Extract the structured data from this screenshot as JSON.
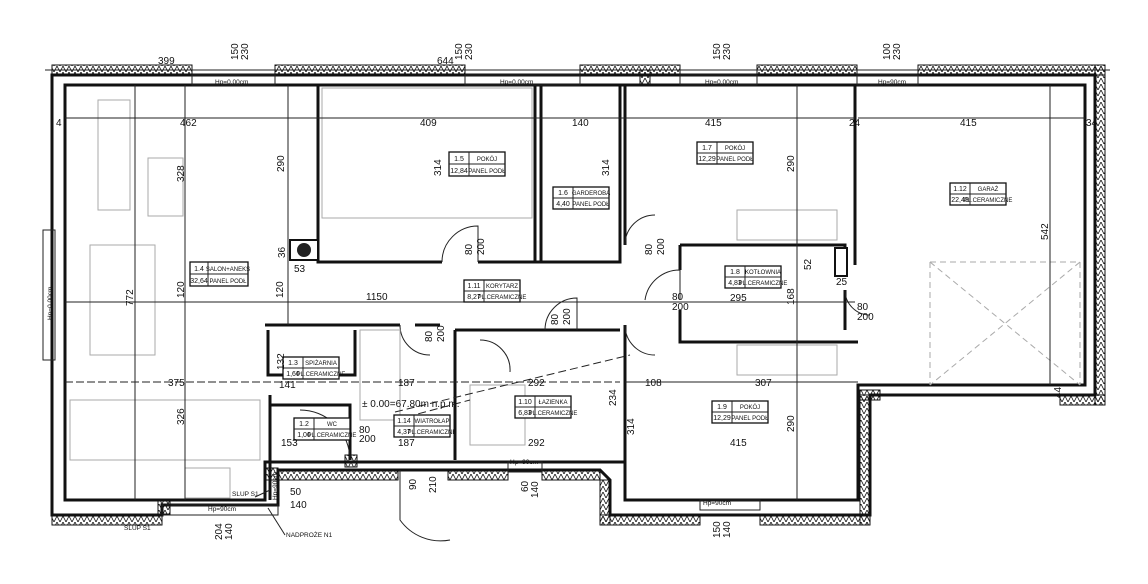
{
  "rooms": [
    {
      "num": "1.4",
      "name": "SALON+ANEKS",
      "area": "32,64",
      "floor": "PANEL PODŁ"
    },
    {
      "num": "1.5",
      "name": "POKÓJ",
      "area": "12,84",
      "floor": "PANEL PODŁ"
    },
    {
      "num": "1.6",
      "name": "GARDEROBA",
      "area": "4,40",
      "floor": "PANEL PODŁ"
    },
    {
      "num": "1.7",
      "name": "POKÓJ",
      "area": "12,29",
      "floor": "PANEL PODŁ"
    },
    {
      "num": "1.12",
      "name": "GARAŻ",
      "area": "22,49",
      "floor": "PL.CERAMICZNE"
    },
    {
      "num": "1.11",
      "name": "KORYTARZ",
      "area": "8,27",
      "floor": "PL.CERAMICZNE"
    },
    {
      "num": "1.8",
      "name": "KOTŁOWNIA",
      "area": "4,83",
      "floor": "PL.CERAMICZNE"
    },
    {
      "num": "1.3",
      "name": "SPIŻARNIA",
      "area": "1,66",
      "floor": "PL.CERAMICZNE"
    },
    {
      "num": "1.2",
      "name": "WC",
      "area": "1,06",
      "floor": "PL.CERAMICZNE"
    },
    {
      "num": "1.14",
      "name": "WIATROŁAP",
      "area": "4,37",
      "floor": "PL.CERAMICZNE"
    },
    {
      "num": "1.10",
      "name": "ŁAZIENKA",
      "area": "6,83",
      "floor": "PL.CERAMICZNE"
    },
    {
      "num": "1.9",
      "name": "POKÓJ",
      "area": "12,29",
      "floor": "PANEL PODŁ"
    }
  ],
  "dims": [
    "399",
    "644",
    "150",
    "230",
    "150",
    "230",
    "150",
    "230",
    "100",
    "230",
    "462",
    "409",
    "140",
    "415",
    "415",
    "290",
    "314",
    "314",
    "290",
    "328",
    "772",
    "120",
    "120",
    "1150",
    "36",
    "53",
    "80",
    "200",
    "80",
    "200",
    "80",
    "200",
    "168",
    "295",
    "52",
    "25",
    "80",
    "200",
    "542",
    "375",
    "326",
    "141",
    "187",
    "292",
    "187",
    "292",
    "108",
    "307",
    "415",
    "290",
    "314",
    "234",
    "132",
    "153",
    "200",
    "80",
    "90",
    "210",
    "60",
    "140",
    "50",
    "140",
    "204",
    "140",
    "150",
    "140",
    "44",
    "4",
    "34",
    "24",
    "80",
    "200",
    "80",
    "200"
  ],
  "window_labels": [
    "Hp=0.00cm",
    "Hp=0.00cm",
    "Hp=0.00cm",
    "Hp=90cm",
    "Hp=90cm",
    "Hp=90cm",
    "Hp=90cm",
    "Hp=90cm",
    "Hp=0.00cm"
  ],
  "annotations": {
    "level": "± 0.00=67.80m n.p.m.",
    "pillar1": "SLUP S1",
    "pillar2": "SLUP S1",
    "lintel": "NADPROŻE N1"
  }
}
